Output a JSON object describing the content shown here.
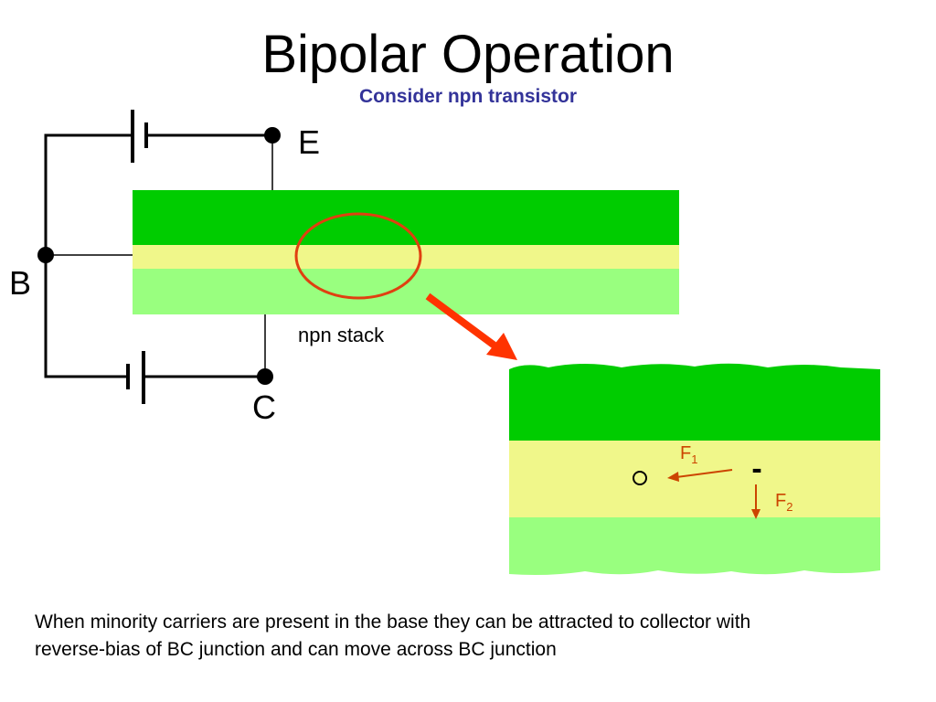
{
  "slide": {
    "title": "Bipolar Operation",
    "subtitle": "Consider npn transistor",
    "caption_line1": "When minority carriers are present in the base they can be attracted to collector with",
    "caption_line2": "reverse-bias of BC junction and can move across  BC junction"
  },
  "terminals": {
    "emitter": "E",
    "base": "B",
    "collector": "C"
  },
  "stack": {
    "label": "npn stack"
  },
  "forces": {
    "f1_letter": "F",
    "f1_sub": "1",
    "f2_letter": "F",
    "f2_sub": "2",
    "electron_sign": "-"
  },
  "colors": {
    "emitter_layer": "#00cc00",
    "base_layer": "#f0f78a",
    "collector_layer": "#99ff7f",
    "zoom_circle": "#e04010",
    "zoom_arrow": "#ff3300",
    "force_arrow": "#cc4400",
    "subtitle": "#333399"
  }
}
